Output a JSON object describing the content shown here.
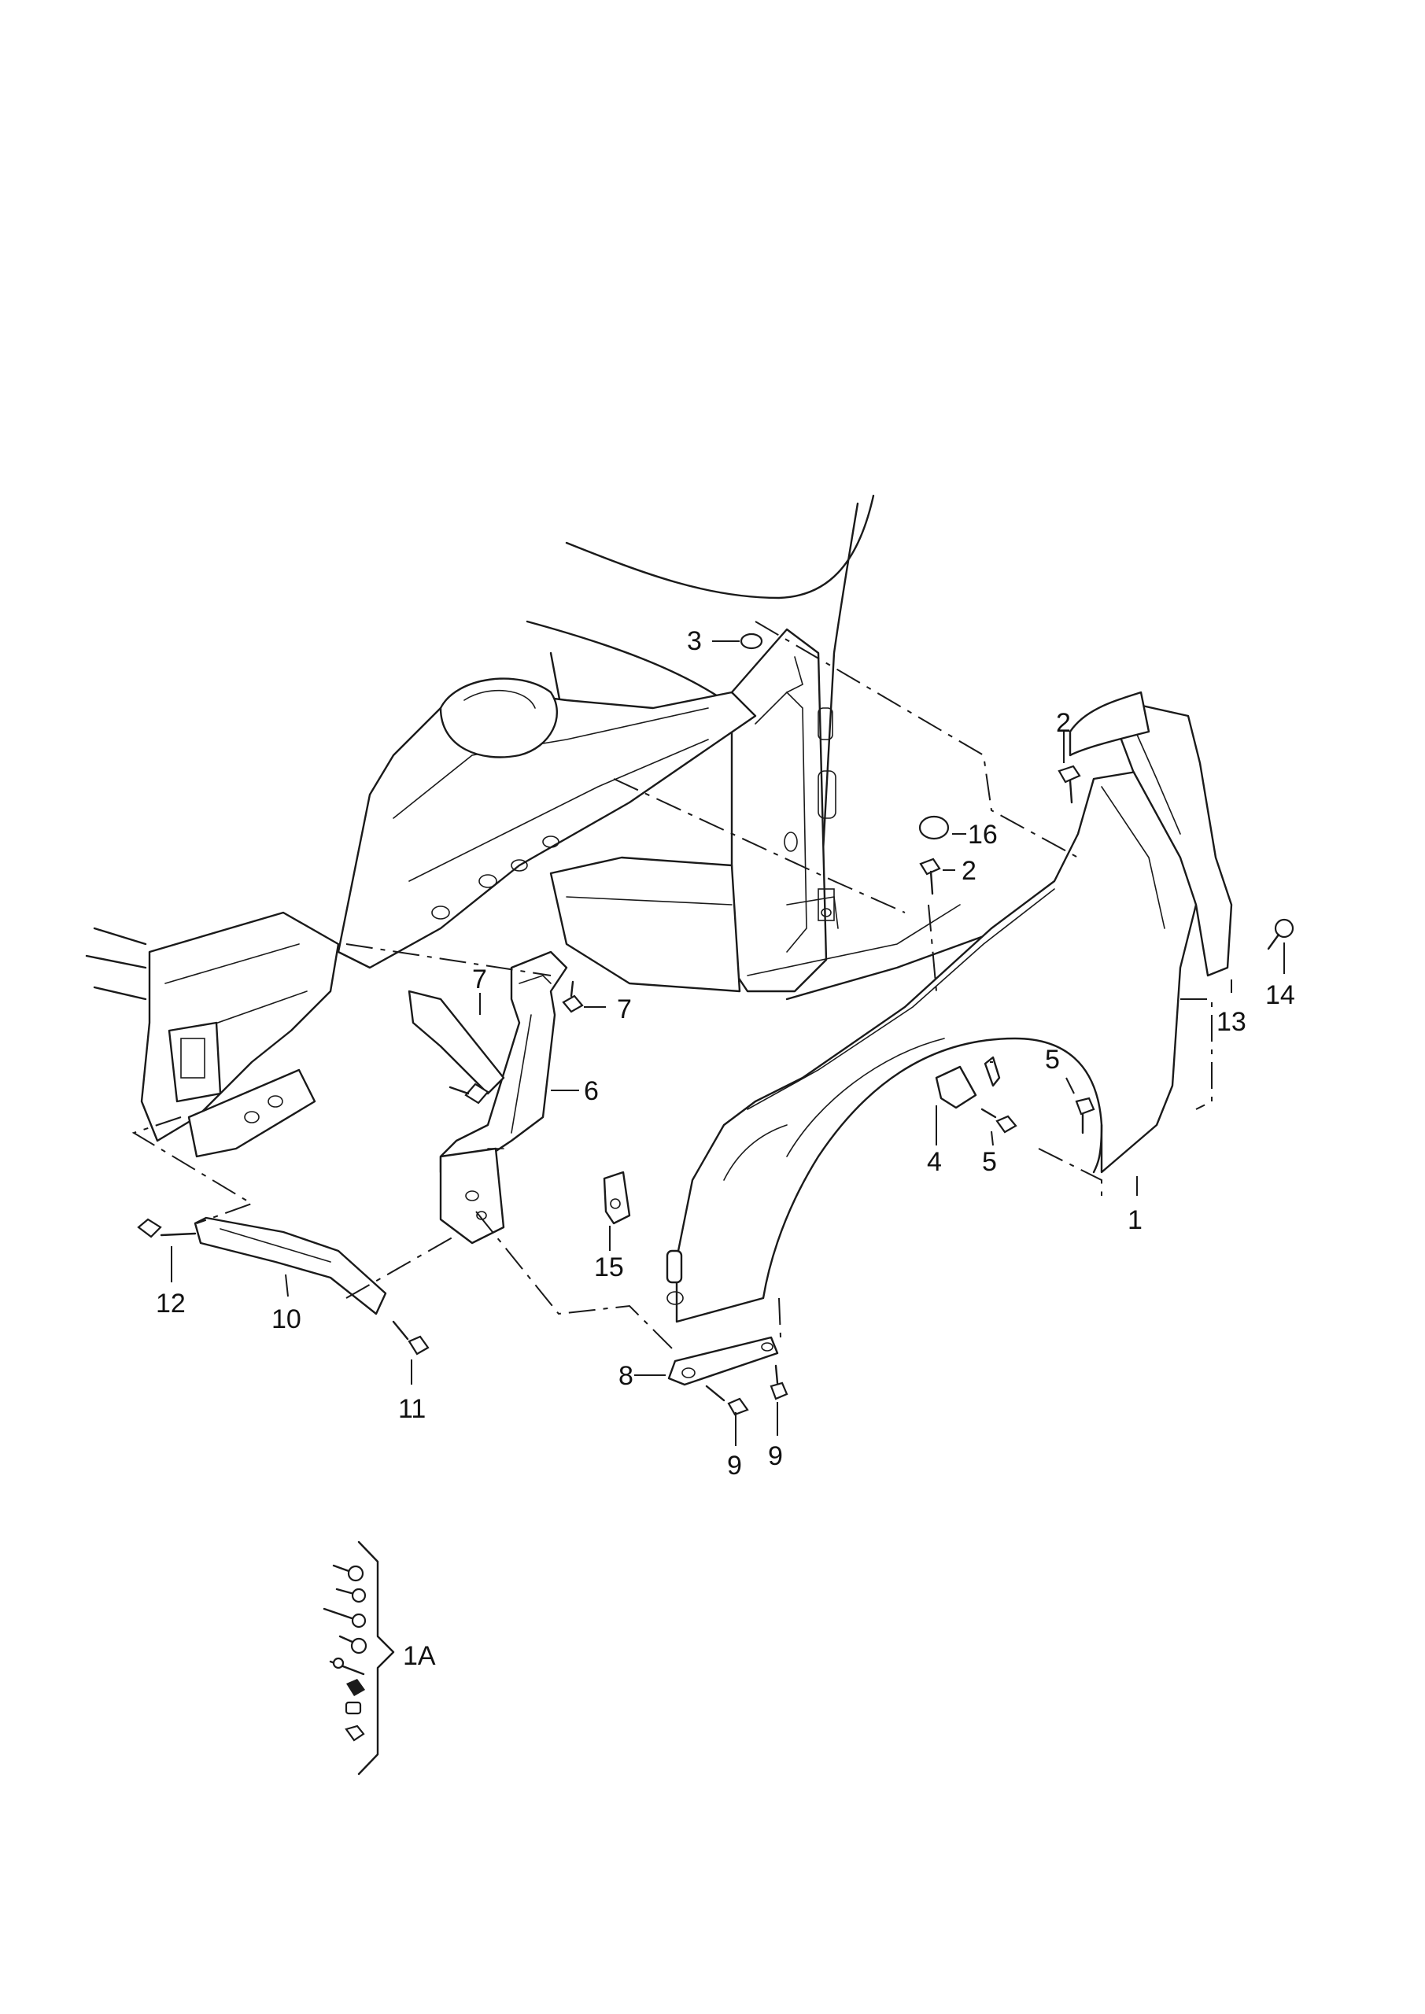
{
  "callouts": [
    "1",
    "1A",
    "2",
    "2",
    "3",
    "4",
    "5",
    "5",
    "6",
    "7",
    "7",
    "8",
    "9",
    "9",
    "10",
    "11",
    "12",
    "13",
    "14",
    "15",
    "16"
  ],
  "colors": {
    "line": "#1a1a1a",
    "background": "#ffffff"
  }
}
